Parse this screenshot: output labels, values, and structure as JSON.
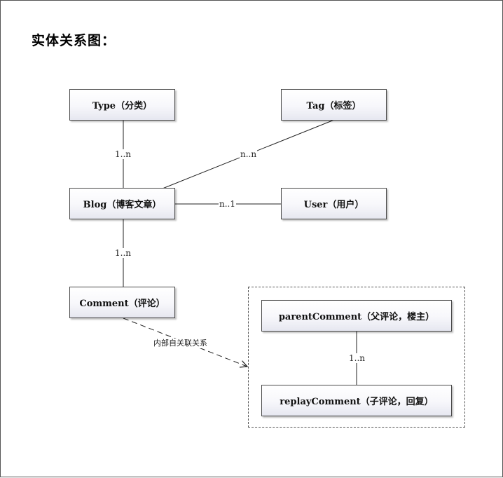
{
  "diagram": {
    "title": "实体关系图：",
    "entities": {
      "type": "Type（分类）",
      "tag": "Tag（标签）",
      "blog": "Blog（博客文章）",
      "user": "User（用户）",
      "comment": "Comment（评论）",
      "parent_comment": "parentComment（父评论，楼主）",
      "replay_comment": "replayComment（子评论，回复）"
    },
    "relations": {
      "type_blog": "1..n",
      "tag_blog": "n..n",
      "blog_user": "n..1",
      "blog_comment": "1..n",
      "comment_self": "内部自关联关系",
      "parent_replay": "1..n"
    }
  }
}
